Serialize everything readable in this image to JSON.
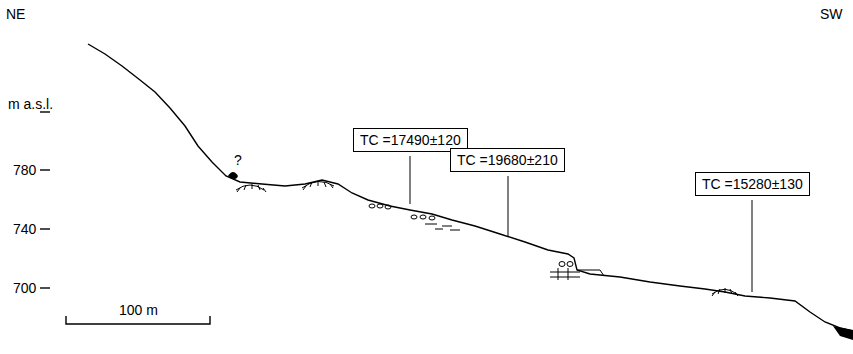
{
  "diagram": {
    "nodes": [
      {
        "text": [
          "TC =17490±120"
        ]
      },
      {
        "text": [
          "TC =19680±210"
        ]
      },
      {
        "text": [
          "TC =15280±130"
        ]
      }
    ],
    "labels": [
      "NE",
      "SW",
      "m a.s.l.",
      "780",
      "740",
      "700",
      "100 m",
      "?"
    ]
  }
}
